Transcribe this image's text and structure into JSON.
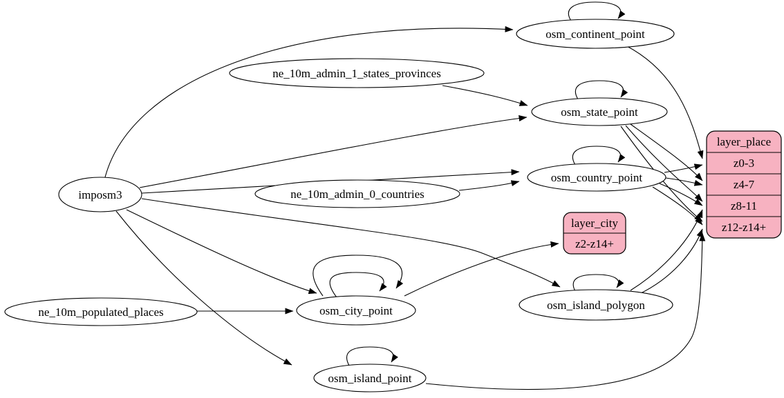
{
  "diagram": {
    "type": "dependency-graph",
    "background": "#ffffff",
    "node_fill": "#ffffff",
    "record_fill": "#f7b2c1",
    "stroke": "#000000",
    "nodes": {
      "imposm3": {
        "label": "imposm3",
        "shape": "ellipse"
      },
      "ne_10m_admin_1_states_provinces": {
        "label": "ne_10m_admin_1_states_provinces",
        "shape": "ellipse"
      },
      "ne_10m_admin_0_countries": {
        "label": "ne_10m_admin_0_countries",
        "shape": "ellipse"
      },
      "ne_10m_populated_places": {
        "label": "ne_10m_populated_places",
        "shape": "ellipse"
      },
      "osm_continent_point": {
        "label": "osm_continent_point",
        "shape": "ellipse"
      },
      "osm_state_point": {
        "label": "osm_state_point",
        "shape": "ellipse"
      },
      "osm_country_point": {
        "label": "osm_country_point",
        "shape": "ellipse"
      },
      "osm_city_point": {
        "label": "osm_city_point",
        "shape": "ellipse"
      },
      "osm_island_polygon": {
        "label": "osm_island_polygon",
        "shape": "ellipse"
      },
      "osm_island_point": {
        "label": "osm_island_point",
        "shape": "ellipse"
      },
      "layer_city": {
        "title": "layer_city",
        "rows": [
          "z2-z14+"
        ],
        "shape": "record"
      },
      "layer_place": {
        "title": "layer_place",
        "rows": [
          "z0-3",
          "z4-7",
          "z8-11",
          "z12-z14+"
        ],
        "shape": "record"
      }
    },
    "edges": [
      {
        "from": "imposm3",
        "to": "osm_continent_point"
      },
      {
        "from": "imposm3",
        "to": "osm_state_point"
      },
      {
        "from": "imposm3",
        "to": "osm_country_point"
      },
      {
        "from": "imposm3",
        "to": "osm_city_point"
      },
      {
        "from": "imposm3",
        "to": "osm_island_polygon"
      },
      {
        "from": "imposm3",
        "to": "osm_island_point"
      },
      {
        "from": "ne_10m_admin_1_states_provinces",
        "to": "osm_state_point"
      },
      {
        "from": "ne_10m_admin_0_countries",
        "to": "osm_country_point"
      },
      {
        "from": "ne_10m_populated_places",
        "to": "osm_city_point"
      },
      {
        "from": "osm_continent_point",
        "to": "osm_continent_point"
      },
      {
        "from": "osm_state_point",
        "to": "osm_state_point"
      },
      {
        "from": "osm_country_point",
        "to": "osm_country_point"
      },
      {
        "from": "osm_city_point",
        "to": "osm_city_point"
      },
      {
        "from": "osm_city_point",
        "to": "osm_city_point"
      },
      {
        "from": "osm_island_polygon",
        "to": "osm_island_polygon"
      },
      {
        "from": "osm_island_point",
        "to": "osm_island_point"
      },
      {
        "from": "osm_city_point",
        "to": "layer_city:z2-z14+"
      },
      {
        "from": "osm_continent_point",
        "to": "layer_place:z0-3"
      },
      {
        "from": "osm_country_point",
        "to": "layer_place:z0-3"
      },
      {
        "from": "osm_state_point",
        "to": "layer_place:z4-7"
      },
      {
        "from": "osm_country_point",
        "to": "layer_place:z4-7"
      },
      {
        "from": "osm_state_point",
        "to": "layer_place:z8-11"
      },
      {
        "from": "osm_country_point",
        "to": "layer_place:z8-11"
      },
      {
        "from": "osm_island_polygon",
        "to": "layer_place:z8-11"
      },
      {
        "from": "osm_state_point",
        "to": "layer_place:z12-z14+"
      },
      {
        "from": "osm_country_point",
        "to": "layer_place:z12-z14+"
      },
      {
        "from": "osm_island_polygon",
        "to": "layer_place:z12-z14+"
      },
      {
        "from": "osm_island_point",
        "to": "layer_place:z12-z14+"
      }
    ]
  }
}
